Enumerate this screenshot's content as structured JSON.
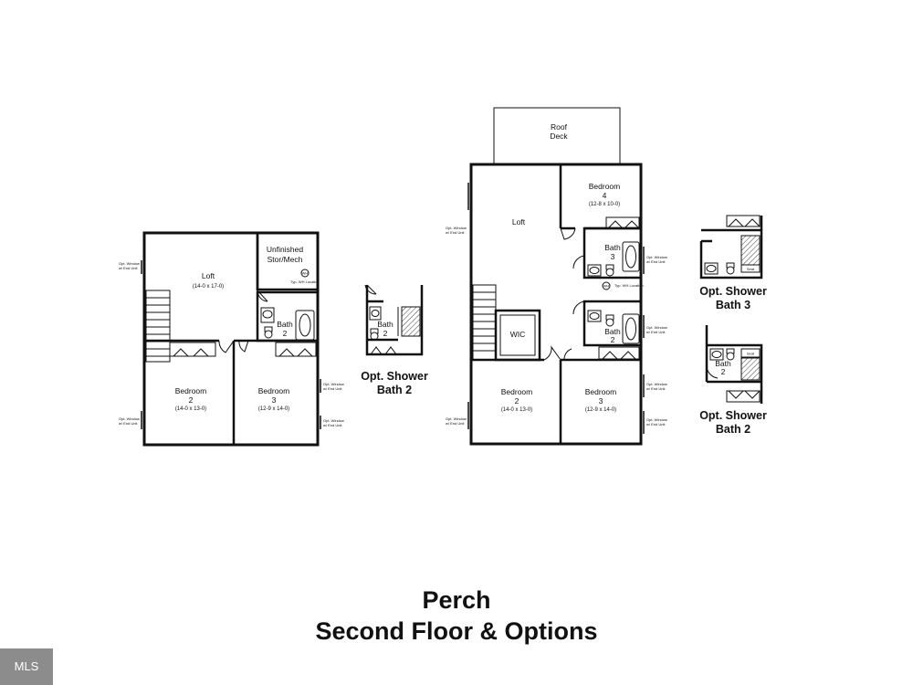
{
  "title": {
    "name": "Perch",
    "subtitle": "Second Floor & Options"
  },
  "watermark": "MLS",
  "plan_a": {
    "loft": "Loft",
    "loft_dim": "(14-0 x 17-0)",
    "stor_line1": "Unfinished",
    "stor_line2": "Stor/Mech",
    "wh": "WH",
    "wh_note": "Typ. WH Location",
    "bath_label": "Bath",
    "bath_num": "2",
    "bed2_label": "Bedroom",
    "bed2_num": "2",
    "bed2_dim": "(14-0 x 13-0)",
    "bed3_label": "Bedroom",
    "bed3_num": "3",
    "bed3_dim": "(12-9 x 14-0)",
    "win_line1": "Opt. Window",
    "win_line2": "w/ End Unit"
  },
  "opt_a": {
    "bath_label": "Bath",
    "bath_num": "2",
    "line1": "Opt. Shower",
    "line2": "Bath 2"
  },
  "plan_b": {
    "deck_line1": "Roof",
    "deck_line2": "Deck",
    "loft": "Loft",
    "bed4_label": "Bedroom",
    "bed4_num": "4",
    "bed4_dim": "(12-8 x 10-0)",
    "bath3_label": "Bath",
    "bath3_num": "3",
    "wh": "WH",
    "wh_note": "Typ. WH Location",
    "wic": "WIC",
    "bath2_label": "Bath",
    "bath2_num": "2",
    "bed2_label": "Bedroom",
    "bed2_num": "2",
    "bed2_dim": "(14-0 x 13-0)",
    "bed3_label": "Bedroom",
    "bed3_num": "3",
    "bed3_dim": "(12-9 x 14-0)",
    "win_line1": "Opt. Window",
    "win_line2": "w/ End Unit"
  },
  "opt_b3": {
    "seat": "Seat",
    "line1": "Opt. Shower",
    "line2": "Bath 3"
  },
  "opt_b2": {
    "seat": "Seat",
    "bath_label": "Bath",
    "bath_num": "2",
    "line1": "Opt. Shower",
    "line2": "Bath 2"
  }
}
